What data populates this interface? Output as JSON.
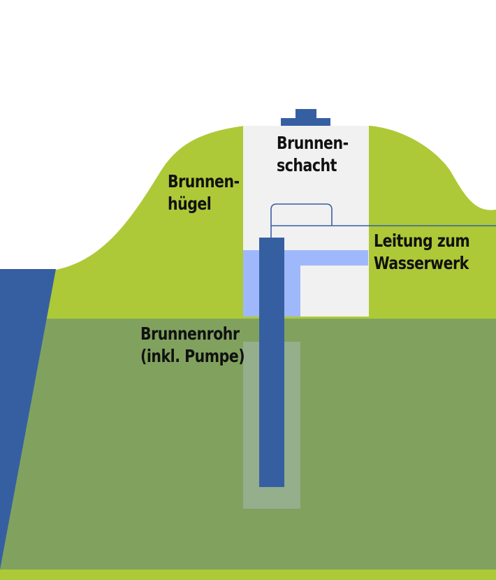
{
  "diagram": {
    "labels": {
      "brunnenhuegel": [
        "Brunnen-",
        "hügel"
      ],
      "brunnenschacht": [
        "Brunnen-",
        "schacht"
      ],
      "leitung": [
        "Leitung zum",
        "Wasserwerk"
      ],
      "brunnenrohr": [
        "Brunnenrohr",
        "(inkl. Pumpe)"
      ]
    },
    "colors": {
      "background": "#ffffff",
      "hill": "#adc937",
      "ground": "#80a25e",
      "bottom_band": "#adc937",
      "water_body": "#365fa2",
      "shaft": "#f1f1f1",
      "shaft_water": "#9fb8fb",
      "pipe": "#365fa2",
      "pipe_sleeve": "#95ae8b",
      "cap": "#365fa2",
      "line": "#365fa2",
      "label_text": "#111111"
    }
  }
}
